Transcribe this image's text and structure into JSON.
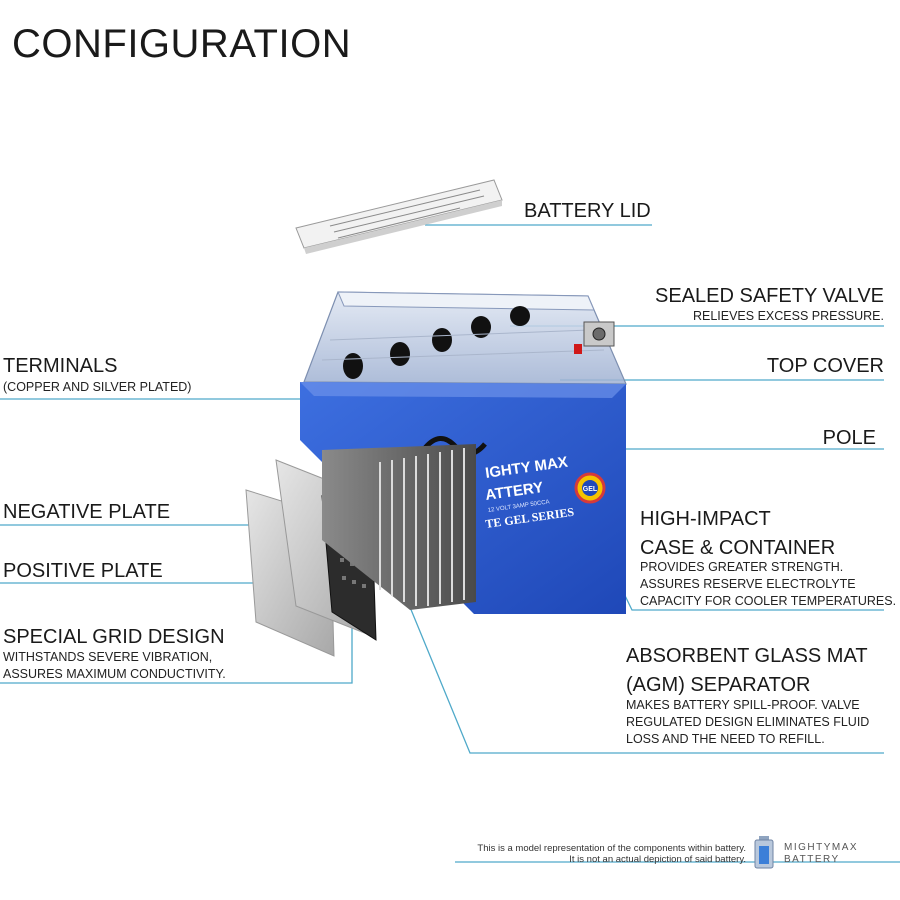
{
  "title": "CONFIGURATION",
  "labels": {
    "battery_lid": "BATTERY LID",
    "sealed_safety_valve": "SEALED SAFETY VALVE",
    "sealed_safety_valve_sub": "RELIEVES EXCESS PRESSURE.",
    "terminals": "TERMINALS",
    "terminals_sub": "(COPPER AND SILVER PLATED)",
    "top_cover": "TOP COVER",
    "pole": "POLE",
    "negative_plate": "NEGATIVE PLATE",
    "positive_plate": "POSITIVE PLATE",
    "high_impact_1": "HIGH-IMPACT",
    "high_impact_2": "CASE & CONTAINER",
    "high_impact_sub_1": "PROVIDES GREATER STRENGTH.",
    "high_impact_sub_2": "ASSURES RESERVE ELECTROLYTE",
    "high_impact_sub_3": "CAPACITY FOR COOLER TEMPERATURES.",
    "special_grid": "SPECIAL GRID DESIGN",
    "special_grid_sub_1": "WITHSTANDS SEVERE VIBRATION,",
    "special_grid_sub_2": "ASSURES MAXIMUM CONDUCTIVITY.",
    "agm_1": "ABSORBENT GLASS MAT",
    "agm_2": "(AGM) SEPARATOR",
    "agm_sub_1": "MAKES BATTERY SPILL-PROOF. VALVE",
    "agm_sub_2": "REGULATED DESIGN ELIMINATES FLUID",
    "agm_sub_3": "LOSS AND THE NEED TO REFILL."
  },
  "battery": {
    "brand_1": "IGHTY MAX",
    "brand_2": "ATTERY",
    "series": "TE GEL SERIES",
    "spec": "12 VOLT 3AMP 50CCA",
    "badge": "GEL"
  },
  "footer": {
    "disclaimer_1": "This is a model representation of the components within battery.",
    "disclaimer_2": "It is not an actual depiction of said battery.",
    "brand_1": "MIGHTYMAX",
    "brand_2": "BATTERY"
  },
  "colors": {
    "leader_line": "#4fa9c9",
    "case_blue": "#2f5fd0",
    "plate_gray": "#b9b9b9"
  }
}
